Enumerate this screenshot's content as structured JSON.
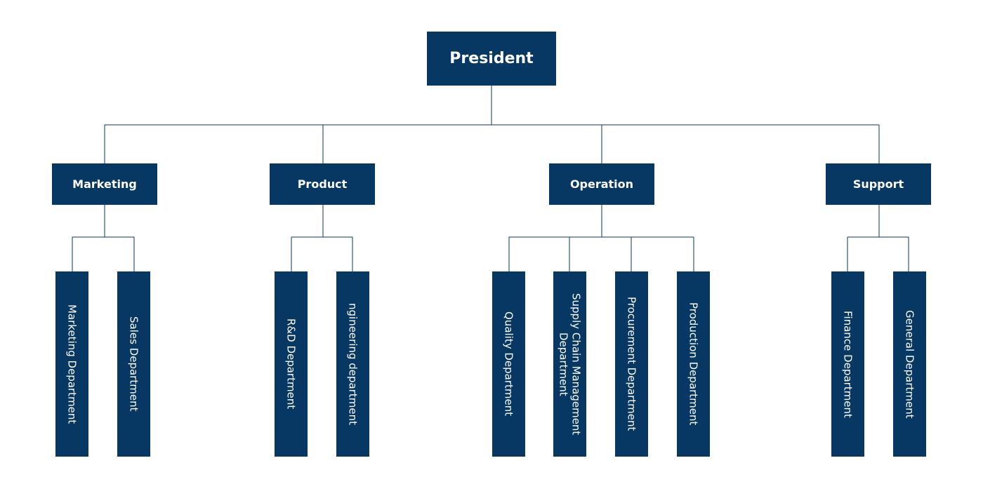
{
  "root": {
    "label": "President"
  },
  "divisions": [
    {
      "label": "Marketing",
      "departments": [
        "Marketing Department",
        "Sales Department"
      ]
    },
    {
      "label": "Product",
      "departments": [
        "R&D Department",
        "ngineering department"
      ]
    },
    {
      "label": "Operation",
      "departments": [
        "Quality Department",
        "Supply Chain Management Department",
        "Procurement Department",
        "Production Department"
      ]
    },
    {
      "label": "Support",
      "departments": [
        "Finance Department",
        "General Department"
      ]
    }
  ],
  "colors": {
    "box_fill": "#073763",
    "box_text": "#ffffff",
    "connector": "#073763"
  }
}
